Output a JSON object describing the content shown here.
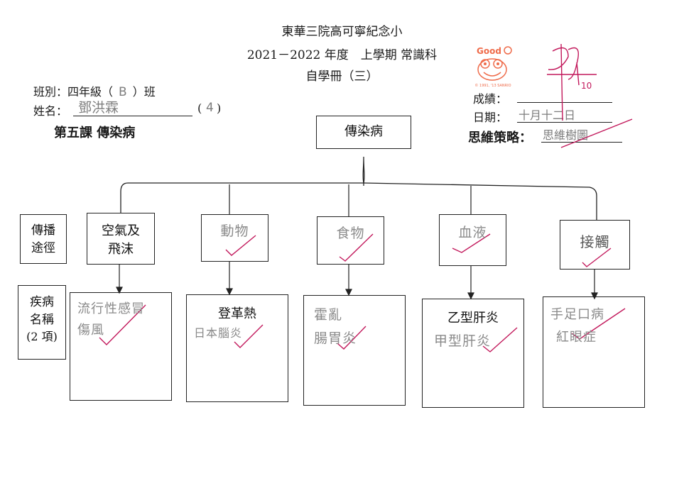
{
  "header": {
    "school": "東華三院高可寧紀念小",
    "year_line": "2021－2022 年度　上學期 常識科",
    "booklet": "自學冊（三）"
  },
  "student": {
    "class_label": "班別：四年級（",
    "class_value": "B",
    "class_suffix": "）班",
    "name_label": "姓名：",
    "name_value": "鄧洪霖",
    "number_open": "(",
    "number_value": "4",
    "number_close": ")"
  },
  "lesson": {
    "title": "第五課 傳染病"
  },
  "grading": {
    "score_label": "成績：",
    "date_label": "日期：",
    "date_value": "十月十二日",
    "strategy_label": "思維策略：",
    "strategy_value": "思維樹圖",
    "sticker_text": "Good",
    "sticker_small": "© 1991, '13 SANRIO",
    "signature_mark": "10"
  },
  "tree": {
    "root": "傳染病",
    "row_labels": {
      "route": [
        "傳播",
        "途徑"
      ],
      "disease": [
        "疾病",
        "名稱",
        "(2 項)"
      ]
    },
    "branches": [
      {
        "route_lines": [
          "空氣及",
          "飛沫"
        ],
        "route_printed": true,
        "diseases": [
          "流行性感冒",
          "傷風"
        ],
        "disease_printed": false
      },
      {
        "route_lines": [
          "動物"
        ],
        "route_printed": false,
        "diseases": [
          "登革熱",
          "日本腦炎"
        ],
        "disease_printed": true
      },
      {
        "route_lines": [
          "食物"
        ],
        "route_printed": false,
        "diseases": [
          "霍亂",
          "腸胃炎"
        ],
        "disease_printed": false
      },
      {
        "route_lines": [
          "血液"
        ],
        "route_printed": false,
        "diseases": [
          "乙型肝炎",
          "甲型肝炎"
        ],
        "disease_printed": true
      },
      {
        "route_lines": [
          "接觸"
        ],
        "route_printed": false,
        "diseases": [
          "手足口病",
          "紅眼症"
        ],
        "disease_printed": false
      }
    ]
  },
  "colors": {
    "ink": "#1a1a1a",
    "pencil": "#8a8a8a",
    "red_pen": "#c2185b",
    "sticker": "#ef6c4b"
  }
}
